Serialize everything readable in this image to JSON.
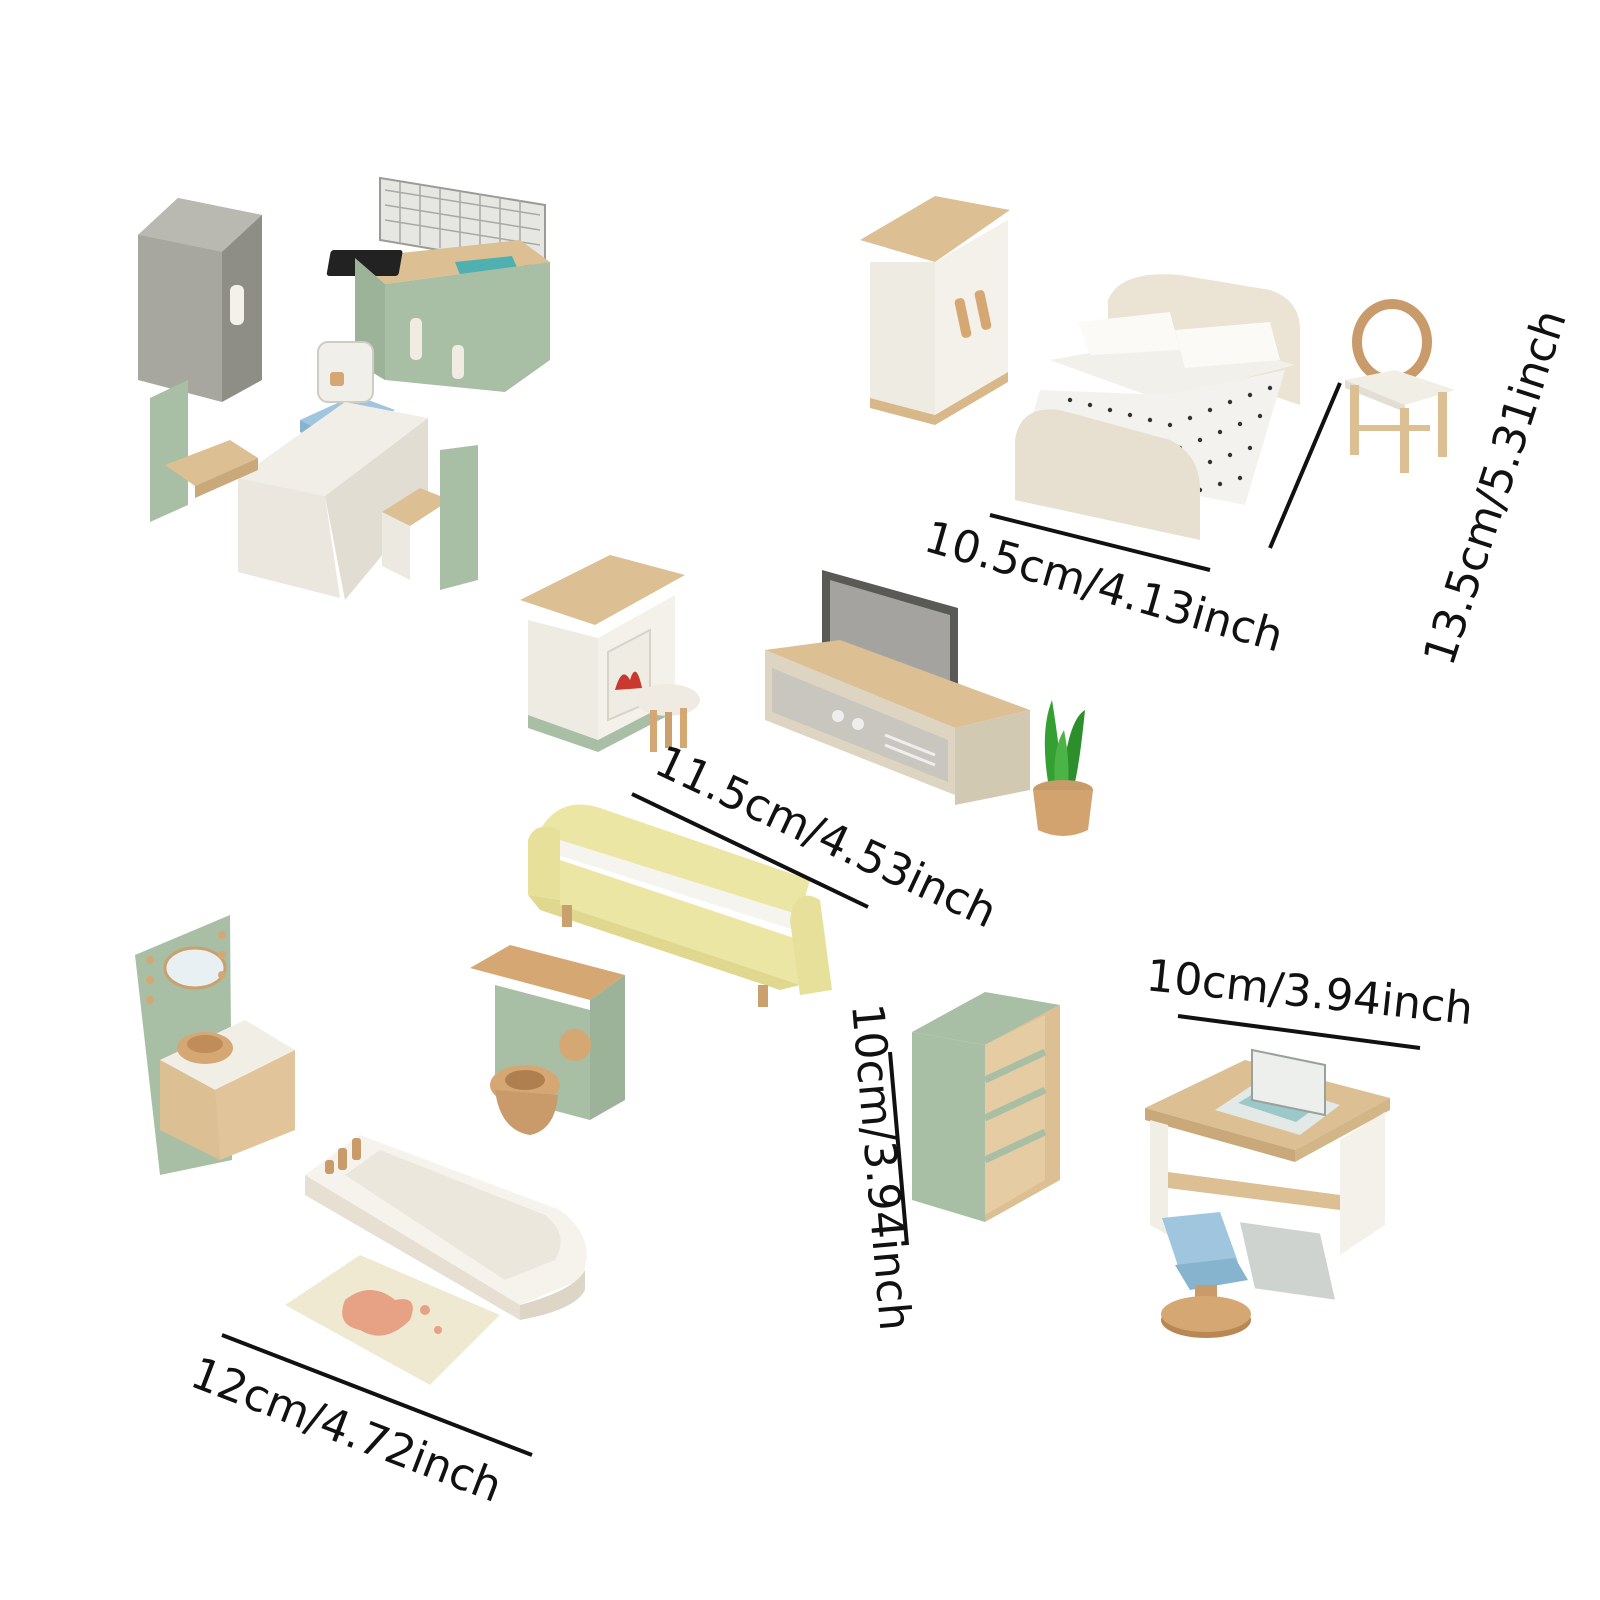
{
  "colors": {
    "background": "#ffffff",
    "wood": "#e2c49a",
    "sage": "#a9bfa5",
    "cream": "#efe9df",
    "grey": "#a5a49c",
    "yellow": "#ece6a4",
    "blue": "#a7cbe2",
    "line": "#111111"
  },
  "dimensions": {
    "bedroom_width": "10.5cm/4.13inch",
    "bedroom_depth": "13.5cm/5.31inch",
    "living_width": "11.5cm/4.53inch",
    "bathroom_width": "12cm/4.72inch",
    "study_height": "10cm/3.94inch",
    "study_width": "10cm/3.94inch"
  }
}
